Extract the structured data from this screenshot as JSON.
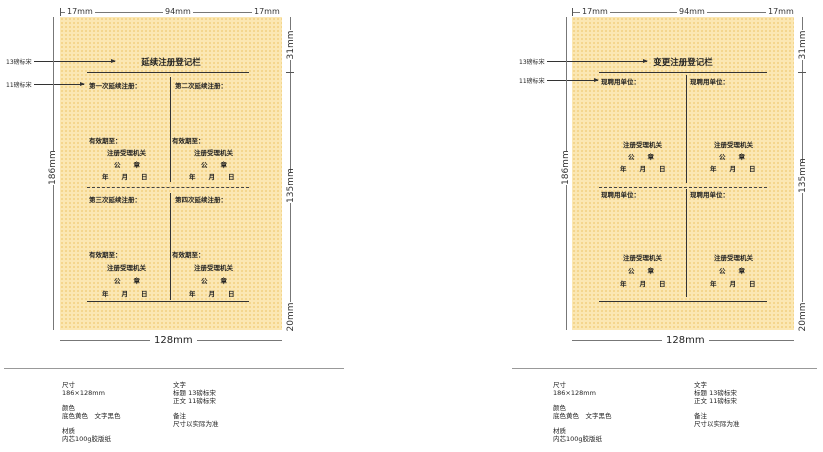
{
  "dims": {
    "left_margin": "17mm",
    "middle_width": "94mm",
    "right_margin": "17mm",
    "top": "31mm",
    "body": "135mm",
    "bottom": "20mm",
    "height": "186mm",
    "width": "128mm"
  },
  "labels": {
    "title_font": "13磅标宋",
    "body_font": "11磅标宋"
  },
  "left_page": {
    "title": "延续注册登记栏",
    "q1": "第一次延续注册：",
    "q2": "第二次延续注册：",
    "q3": "第三次延续注册：",
    "q4": "第四次延续注册：",
    "valid": "有效期至：",
    "org": "注册受理机关",
    "seal": "公　　章",
    "date": "年　　月　　日"
  },
  "right_page": {
    "title": "变更注册登记栏",
    "u1": "现聘用单位：",
    "u2": "现聘用单位：",
    "u3": "现聘用单位：",
    "u4": "现聘用单位：",
    "org": "注册受理机关",
    "seal": "公　　章",
    "date": "年　　月　　日"
  },
  "notes": {
    "size_h": "尺寸",
    "size_v": "186×128mm",
    "color_h": "颜色",
    "color_v": "底色黄色　文字黑色",
    "material_h": "材质",
    "material_v": "内芯100g胶版纸",
    "text_h": "文字",
    "text_v1": "标题 13磅标宋",
    "text_v2": "正文 11磅标宋",
    "remark_h": "备注",
    "remark_v": "尺寸以实际为准"
  }
}
